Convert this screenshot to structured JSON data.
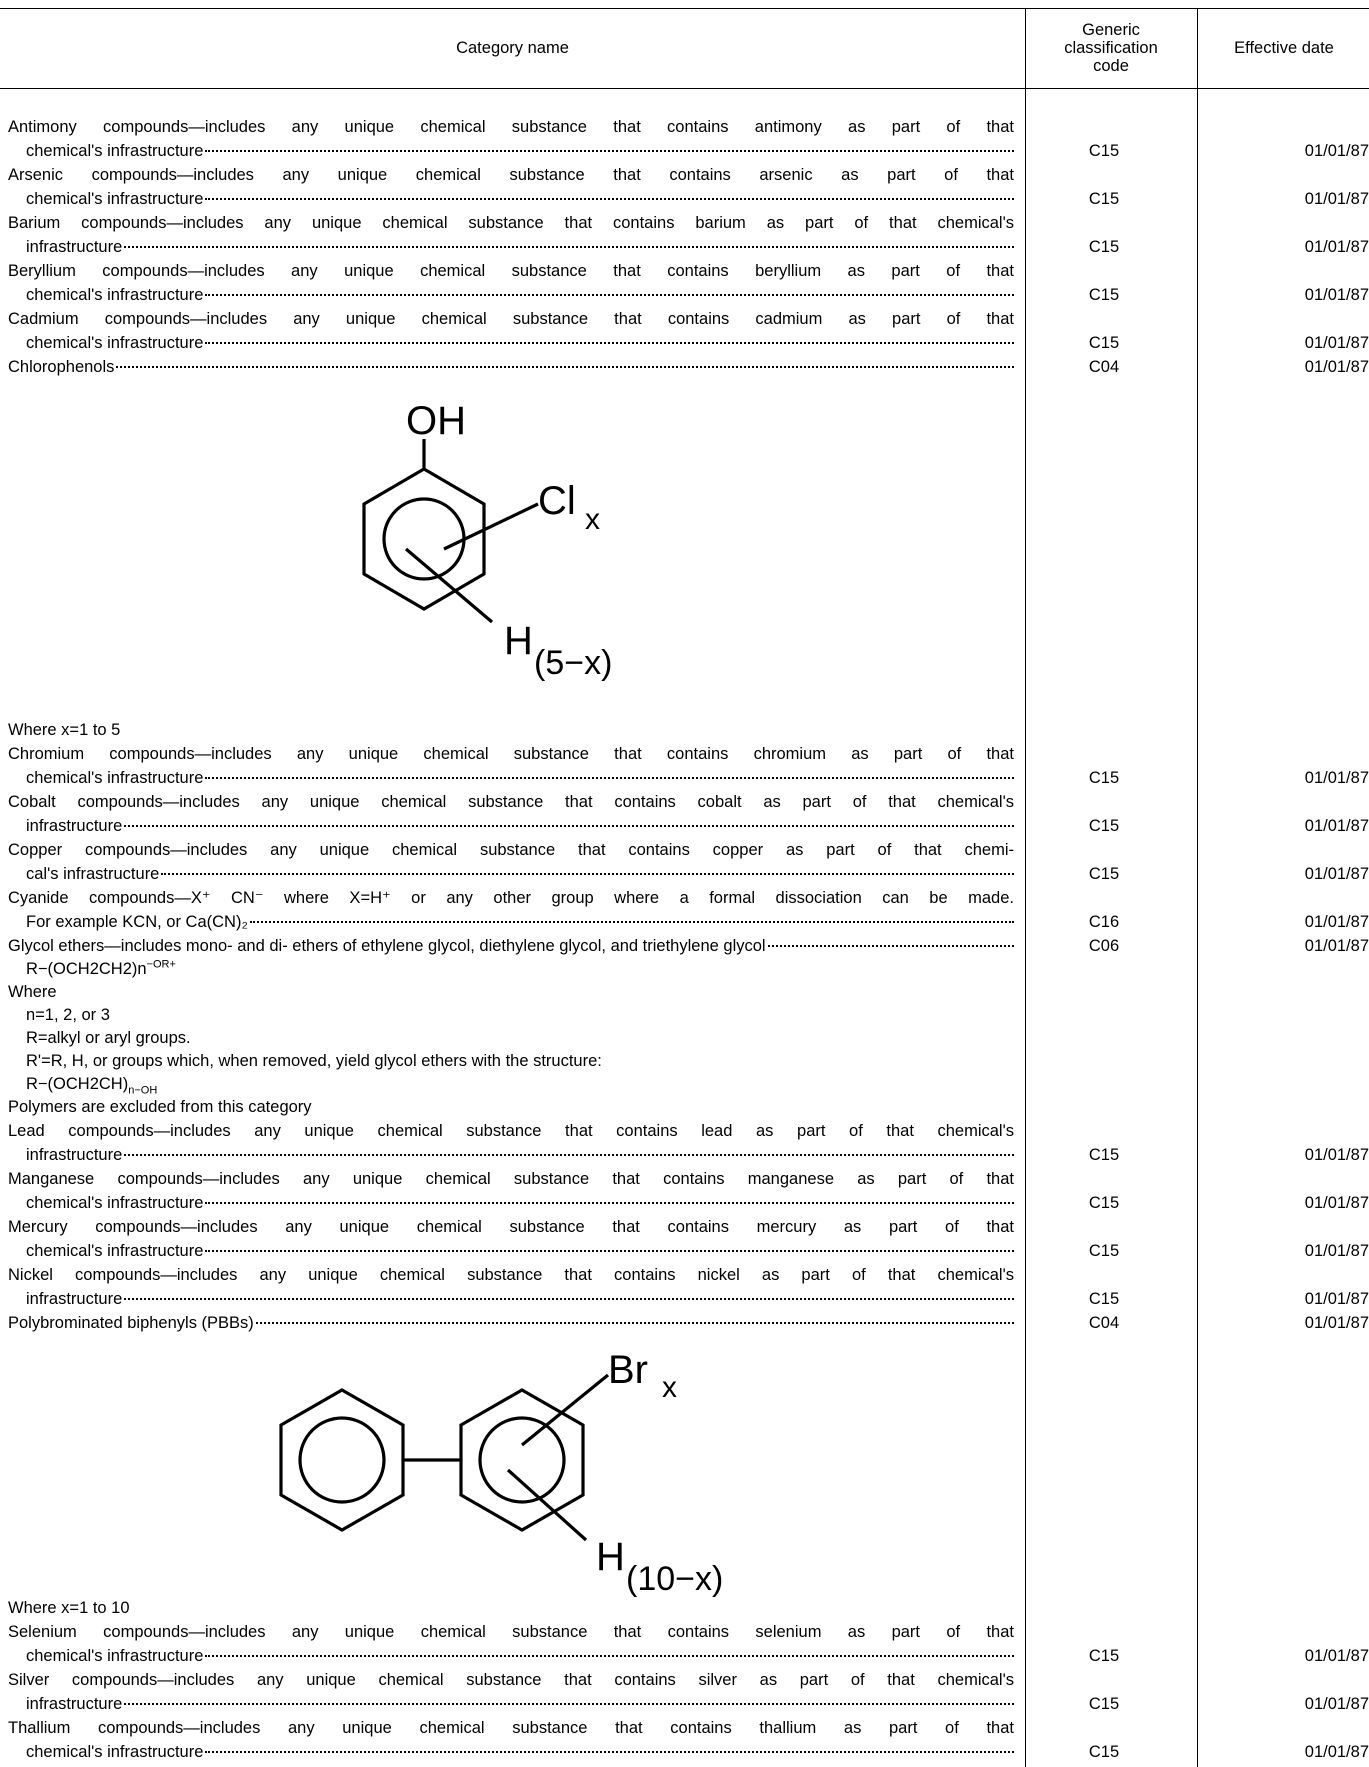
{
  "header": {
    "category_name": "Category name",
    "generic_code": "Generic classification code",
    "effective_date": "Effective date"
  },
  "entries_a": [
    {
      "line1": "Antimony compounds—includes any unique chemical substance that contains antimony as part of that",
      "line2": "chemical's infrastructure",
      "code": "C15",
      "date": "01/01/87"
    },
    {
      "line1": "Arsenic compounds—includes any unique chemical substance that contains arsenic as part of that",
      "line2": "chemical's infrastructure",
      "code": "C15",
      "date": "01/01/87"
    },
    {
      "line1": "Barium compounds—includes any unique chemical substance that contains barium as part of that chemical's",
      "line2": "infrastructure",
      "code": "C15",
      "date": "01/01/87"
    },
    {
      "line1": "Beryllium compounds—includes any unique chemical substance that contains beryllium as part of that",
      "line2": "chemical's infrastructure",
      "code": "C15",
      "date": "01/01/87"
    },
    {
      "line1": "Cadmium compounds—includes any unique chemical substance that contains cadmium as part of that",
      "line2": "chemical's infrastructure",
      "code": "C15",
      "date": "01/01/87"
    }
  ],
  "chlorophenols": {
    "label": "Chlorophenols",
    "code": "C04",
    "date": "01/01/87"
  },
  "struct1": {
    "oh": "OH",
    "cl": "Cl",
    "cl_sub": "x",
    "h": "H",
    "h_sub": "(5−x)",
    "note": "Where x=1 to 5"
  },
  "entries_b": [
    {
      "line1": "Chromium compounds—includes any unique chemical substance that contains chromium as part of that",
      "line2": "chemical's infrastructure",
      "code": "C15",
      "date": "01/01/87"
    },
    {
      "line1": "Cobalt compounds—includes any unique chemical substance that contains cobalt as part of that chemical's",
      "line2": "infrastructure",
      "code": "C15",
      "date": "01/01/87"
    },
    {
      "line1": "Copper compounds—includes any unique chemical substance that contains copper as part of that chemi-",
      "line2": "cal's infrastructure",
      "code": "C15",
      "date": "01/01/87"
    },
    {
      "line1": "Cyanide compounds—X⁺ CN⁻ where X=H⁺ or any other group where a formal dissociation can be made.",
      "line2": "For example KCN, or Ca(CN)₂",
      "code": "C16",
      "date": "01/01/87"
    }
  ],
  "glycol": {
    "label": "Glycol ethers—includes mono- and di- ethers of ethylene glycol, diethylene glycol, and triethylene glycol",
    "code": "C06",
    "date": "01/01/87",
    "formula": "R−(OCH2CH2)n",
    "formula_sup": "−OR+",
    "where": "Where",
    "n": "n=1, 2, or 3",
    "r": "R=alkyl or aryl groups.",
    "r2": "R'=R, H, or groups which, when removed, yield glycol ethers with the structure:",
    "formula2": "R−(OCH2CH)",
    "formula2_sub": "n−OH",
    "polymers": "Polymers are excluded from this category"
  },
  "entries_c": [
    {
      "line1": "Lead compounds—includes any unique chemical substance that contains lead as part of that chemical's",
      "line2": "infrastructure",
      "code": "C15",
      "date": "01/01/87"
    },
    {
      "line1": "Manganese compounds—includes any unique chemical substance that contains manganese as part of that",
      "line2": "chemical's infrastructure",
      "code": "C15",
      "date": "01/01/87"
    },
    {
      "line1": "Mercury compounds—includes any unique chemical substance that contains mercury as part of that",
      "line2": "chemical's infrastructure",
      "code": "C15",
      "date": "01/01/87"
    },
    {
      "line1": "Nickel compounds—includes any unique chemical substance that contains nickel as part of that chemical's",
      "line2": "infrastructure",
      "code": "C15",
      "date": "01/01/87"
    }
  ],
  "pbb": {
    "label": "Polybrominated biphenyls (PBBs)",
    "code": "C04",
    "date": "01/01/87"
  },
  "struct2": {
    "br": "Br",
    "br_sub": "x",
    "h": "H",
    "h_sub": "(10−x)",
    "note": "Where x=1 to 10"
  },
  "entries_d": [
    {
      "line1": "Selenium compounds—includes any unique chemical substance that contains selenium as part of that",
      "line2": "chemical's infrastructure",
      "code": "C15",
      "date": "01/01/87"
    },
    {
      "line1": "Silver compounds—includes any unique chemical substance that contains silver as part of that chemical's",
      "line2": "infrastructure",
      "code": "C15",
      "date": "01/01/87"
    },
    {
      "line1": "Thallium compounds—includes any unique chemical substance that contains thallium as part of that",
      "line2": "chemical's infrastructure",
      "code": "C15",
      "date": "01/01/87"
    }
  ]
}
